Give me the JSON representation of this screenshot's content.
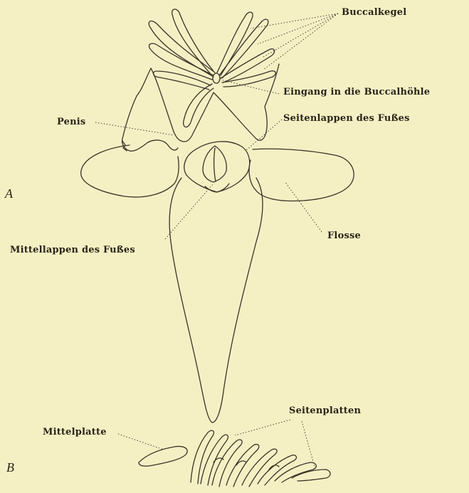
{
  "figure": {
    "panel_a": "A",
    "panel_b": "B"
  },
  "labels": {
    "buccalkegel": "Buccalkegel",
    "eingang": "Eingang in die Buccalhöhle",
    "penis": "Penis",
    "seitenlappen": "Seitenlappen des Fußes",
    "flosse": "Flosse",
    "mittellappen": "Mittellappen des Fußes",
    "seitenplatten": "Seitenplatten",
    "mittelplatte": "Mittelplatte"
  },
  "colors": {
    "paper": "#f5f0c4",
    "ink": "#3a3328"
  }
}
